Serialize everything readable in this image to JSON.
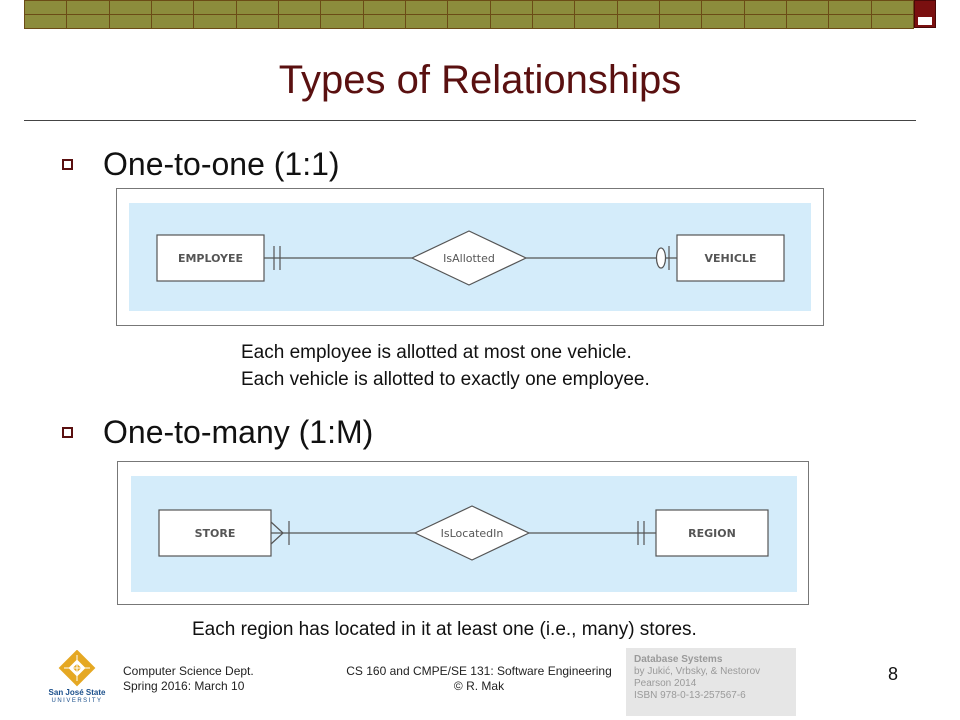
{
  "slide": {
    "title": "Types of Relationships",
    "page_number": "8"
  },
  "sections": [
    {
      "heading": "One-to-one (1:1)",
      "diagram": {
        "left_entity": "EMPLOYEE",
        "relationship": "IsAllotted",
        "right_entity": "VEHICLE"
      },
      "captions": [
        "Each employee is allotted at most one vehicle.",
        "Each vehicle is allotted to exactly one employee."
      ]
    },
    {
      "heading": "One-to-many (1:M)",
      "diagram": {
        "left_entity": "STORE",
        "relationship": "IsLocatedIn",
        "right_entity": "REGION"
      },
      "captions": [
        "Each region has located in it at least one (i.e., many) stores."
      ]
    }
  ],
  "footer": {
    "dept_line1": "Computer Science Dept.",
    "dept_line2": "Spring 2016: March 10",
    "course_line1": "CS 160 and CMPE/SE 131: Software Engineering",
    "course_line2": "© R. Mak",
    "credit": {
      "title": "Database Systems",
      "authors": "by Jukić, Vrbsky, & Nestorov",
      "publisher": "Pearson 2014",
      "isbn": "ISBN 978-0-13-257567-6"
    },
    "logo": {
      "line1": "San José State",
      "line2": "UNIVERSITY",
      "gold": "#e5a823",
      "blue": "#1a4f8b"
    }
  },
  "colors": {
    "title": "#5a1010",
    "topbar_olive": "#8c8c3c",
    "topbar_red": "#7a1010",
    "diagram_bg": "#d4ecfa"
  }
}
